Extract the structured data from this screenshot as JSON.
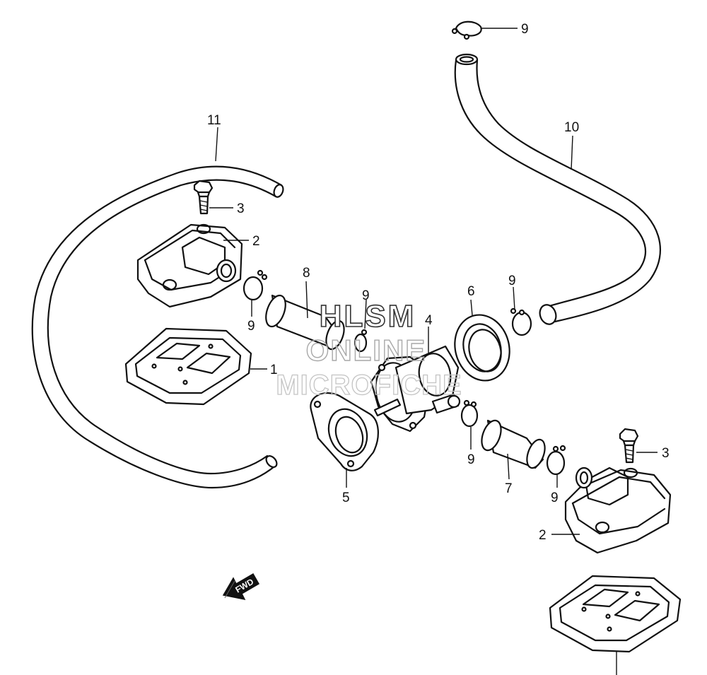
{
  "callouts": {
    "c9_top": "9",
    "c10": "10",
    "c11": "11",
    "c3_left": "3",
    "c2_left": "2",
    "c8": "8",
    "c9_a": "9",
    "c9_b": "9",
    "c6": "6",
    "c9_c": "9",
    "c4": "4",
    "c1": "1",
    "c5": "5",
    "c9_d": "9",
    "c7": "7",
    "c9_e": "9",
    "c3_right": "3",
    "c2_right": "2"
  },
  "watermark": {
    "line1": "HLSM",
    "line2": "ONLINE",
    "line3": "MICROFICHE"
  },
  "fwd_arrow": {
    "label": "FWD",
    "icon": "fwd-arrow-icon"
  },
  "colors": {
    "line": "#111111",
    "background": "#ffffff"
  }
}
